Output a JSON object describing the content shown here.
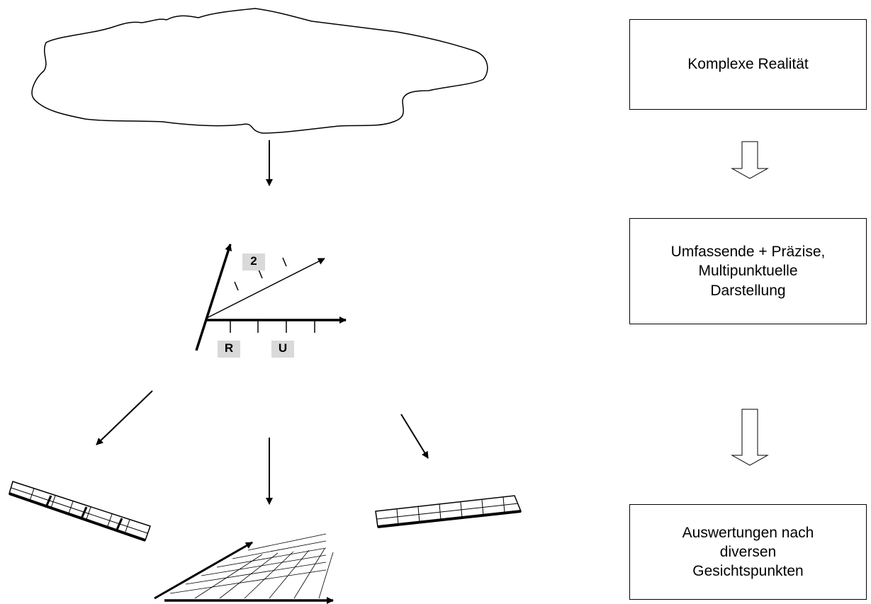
{
  "boxes": {
    "reality": "Komplexe Realität",
    "representation": "Umfassende + Präzise,\nMultipunktuelle\nDarstellung",
    "evaluation": "Auswertungen nach\ndiversen\nGesichtspunkten"
  },
  "axis_labels": {
    "top": "2",
    "left": "R",
    "right": "U"
  }
}
